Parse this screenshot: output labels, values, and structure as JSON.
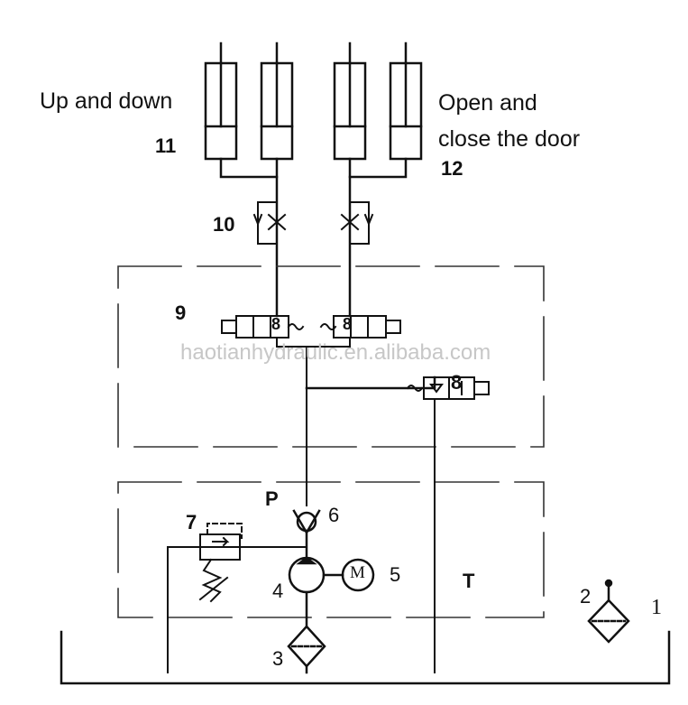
{
  "labels": {
    "up_down": "Up and down",
    "open_close_1": "Open and",
    "open_close_2": "close the door",
    "n11": "11",
    "n12": "12",
    "n10": "10",
    "n9": "9",
    "n8": "8",
    "n7": "7",
    "n6": "6",
    "n5": "5",
    "n4": "4",
    "n3": "3",
    "n2": "2",
    "n1": "1",
    "P": "P",
    "T": "T",
    "motor": "M"
  },
  "watermark": "haotianhydraulic.en.alibaba.com",
  "colors": {
    "line": "#111111",
    "dash": "#333333",
    "watermark": "#c7c7c7"
  },
  "components": [
    {
      "id": 1,
      "name": "oil tank"
    },
    {
      "id": 2,
      "name": "air filter"
    },
    {
      "id": 3,
      "name": "suction filter"
    },
    {
      "id": 4,
      "name": "hydraulic pump"
    },
    {
      "id": 5,
      "name": "electric motor"
    },
    {
      "id": 6,
      "name": "check valve"
    },
    {
      "id": 7,
      "name": "relief valve"
    },
    {
      "id": 8,
      "name": "solenoid valve"
    },
    {
      "id": 9,
      "name": "directional valves"
    },
    {
      "id": 10,
      "name": "hydraulic locks"
    },
    {
      "id": 11,
      "name": "lift cylinders"
    },
    {
      "id": 12,
      "name": "door cylinders"
    }
  ]
}
